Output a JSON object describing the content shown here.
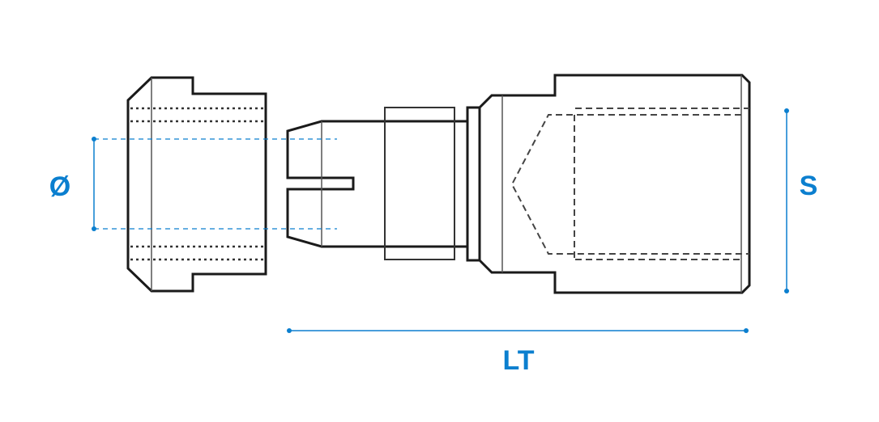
{
  "dimensions": {
    "diameter_label": "Ø",
    "size_label": "S",
    "total_length_label": "LT"
  },
  "colors": {
    "dimension": "#0b7fcf",
    "outline": "#1a1a1a"
  }
}
